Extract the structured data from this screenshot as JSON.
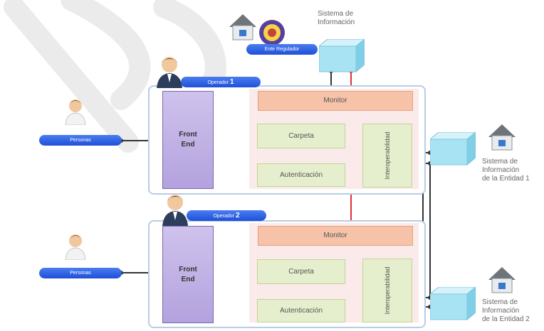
{
  "sistema_info_top": "Sistema de\nInformación",
  "ente_regulador": "Ente Regulador",
  "operators": [
    {
      "prefix": "Operador ",
      "number": "1"
    },
    {
      "prefix": "Operador ",
      "number": "2"
    }
  ],
  "personas_label": "Personas",
  "front_end_label": "Front\nEnd",
  "monitor_label": "Monitor",
  "carpeta_label": "Carpeta",
  "autenticacion_label": "Autenticación",
  "interop_label": "Interoperabilidad",
  "entidad1_label": "Sistema de\nInformación\nde la Entidad 1",
  "entidad2_label": "Sistema de\nInformación\nde la Entidad 2",
  "colors": {
    "accent_blue": "#1f4fd8",
    "link_red": "#e0303a",
    "link_dark": "#333333"
  }
}
